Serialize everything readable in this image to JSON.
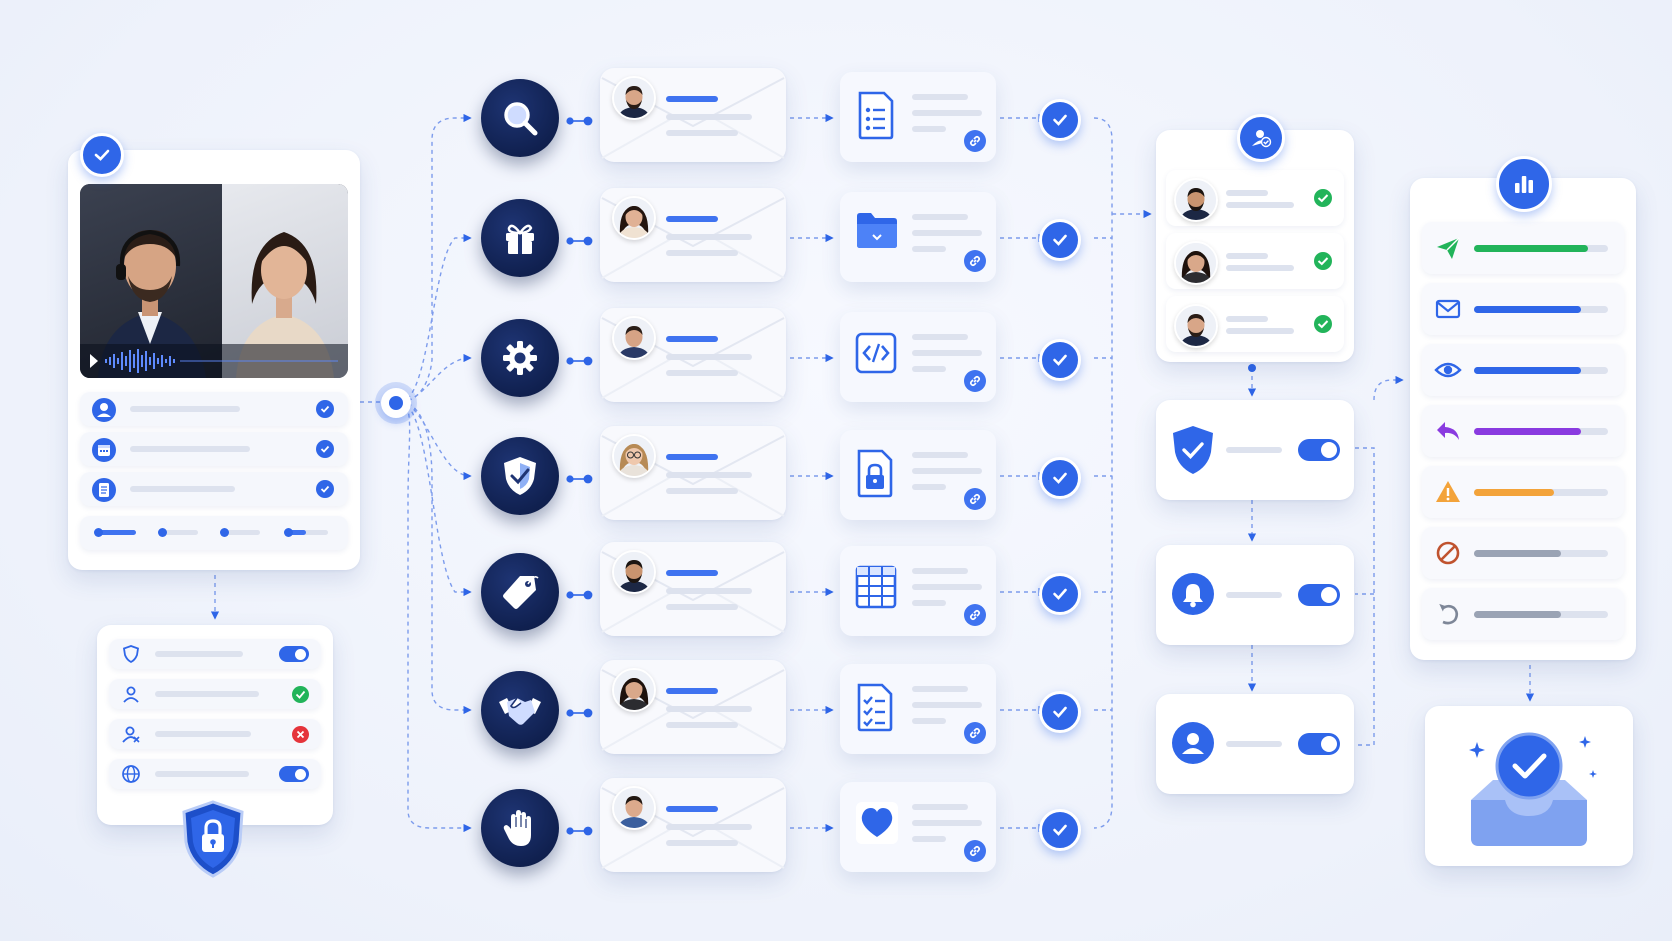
{
  "colors": {
    "accent": "#2f66e8",
    "navy": "#0f1f4d",
    "green": "#22b45a",
    "red": "#e5343b",
    "purple": "#8a3be0",
    "orange": "#f3a33a",
    "gray": "#9aa3b4"
  },
  "video_panel": {
    "verified": true,
    "rows": [
      {
        "icon": "user-icon",
        "checked": true
      },
      {
        "icon": "calendar-icon",
        "checked": true
      },
      {
        "icon": "document-icon",
        "checked": true
      }
    ],
    "progress_segments": 4
  },
  "security_panel": {
    "rows": [
      {
        "icon": "shield-icon",
        "state": "toggle-on"
      },
      {
        "icon": "user-icon",
        "state": "approved"
      },
      {
        "icon": "user-blocked-icon",
        "state": "denied"
      },
      {
        "icon": "globe-icon",
        "state": "toggle-on"
      }
    ],
    "badge_icon": "lock-shield-icon"
  },
  "pipeline": {
    "rows": [
      {
        "action_icon": "search-icon",
        "doc_icon": "list-document-icon",
        "done": true
      },
      {
        "action_icon": "gift-icon",
        "doc_icon": "folder-icon",
        "done": true
      },
      {
        "action_icon": "gear-icon",
        "doc_icon": "code-icon",
        "done": true
      },
      {
        "action_icon": "shield-check-icon",
        "doc_icon": "locked-file-icon",
        "done": true
      },
      {
        "action_icon": "tag-icon",
        "doc_icon": "spreadsheet-icon",
        "done": true
      },
      {
        "action_icon": "handshake-icon",
        "doc_icon": "checklist-icon",
        "done": true
      },
      {
        "action_icon": "hand-stop-icon",
        "doc_icon": "heart-icon",
        "done": true
      }
    ]
  },
  "approvers_panel": {
    "header_icon": "user-check-icon",
    "approvers": [
      {
        "approved": true
      },
      {
        "approved": true
      },
      {
        "approved": true
      }
    ]
  },
  "controls": [
    {
      "icon": "shield-check-icon",
      "enabled": true
    },
    {
      "icon": "bell-icon",
      "enabled": true
    },
    {
      "icon": "user-icon",
      "enabled": true
    }
  ],
  "metrics_panel": {
    "header_icon": "bar-chart-icon",
    "rows": [
      {
        "icon": "send-icon",
        "color": "#22b45a",
        "level": 0.85
      },
      {
        "icon": "mail-icon",
        "color": "#2f66e8",
        "level": 0.8
      },
      {
        "icon": "eye-icon",
        "color": "#2f66e8",
        "level": 0.8
      },
      {
        "icon": "reply-icon",
        "color": "#8a3be0",
        "level": 0.8
      },
      {
        "icon": "warning-icon",
        "color": "#f3a33a",
        "level": 0.6
      },
      {
        "icon": "blocked-icon",
        "color": "#9aa3b4",
        "level": 0.65
      },
      {
        "icon": "undo-icon",
        "color": "#9aa3b4",
        "level": 0.65
      }
    ]
  },
  "inbox": {
    "icon": "inbox-check-icon",
    "complete": true
  }
}
